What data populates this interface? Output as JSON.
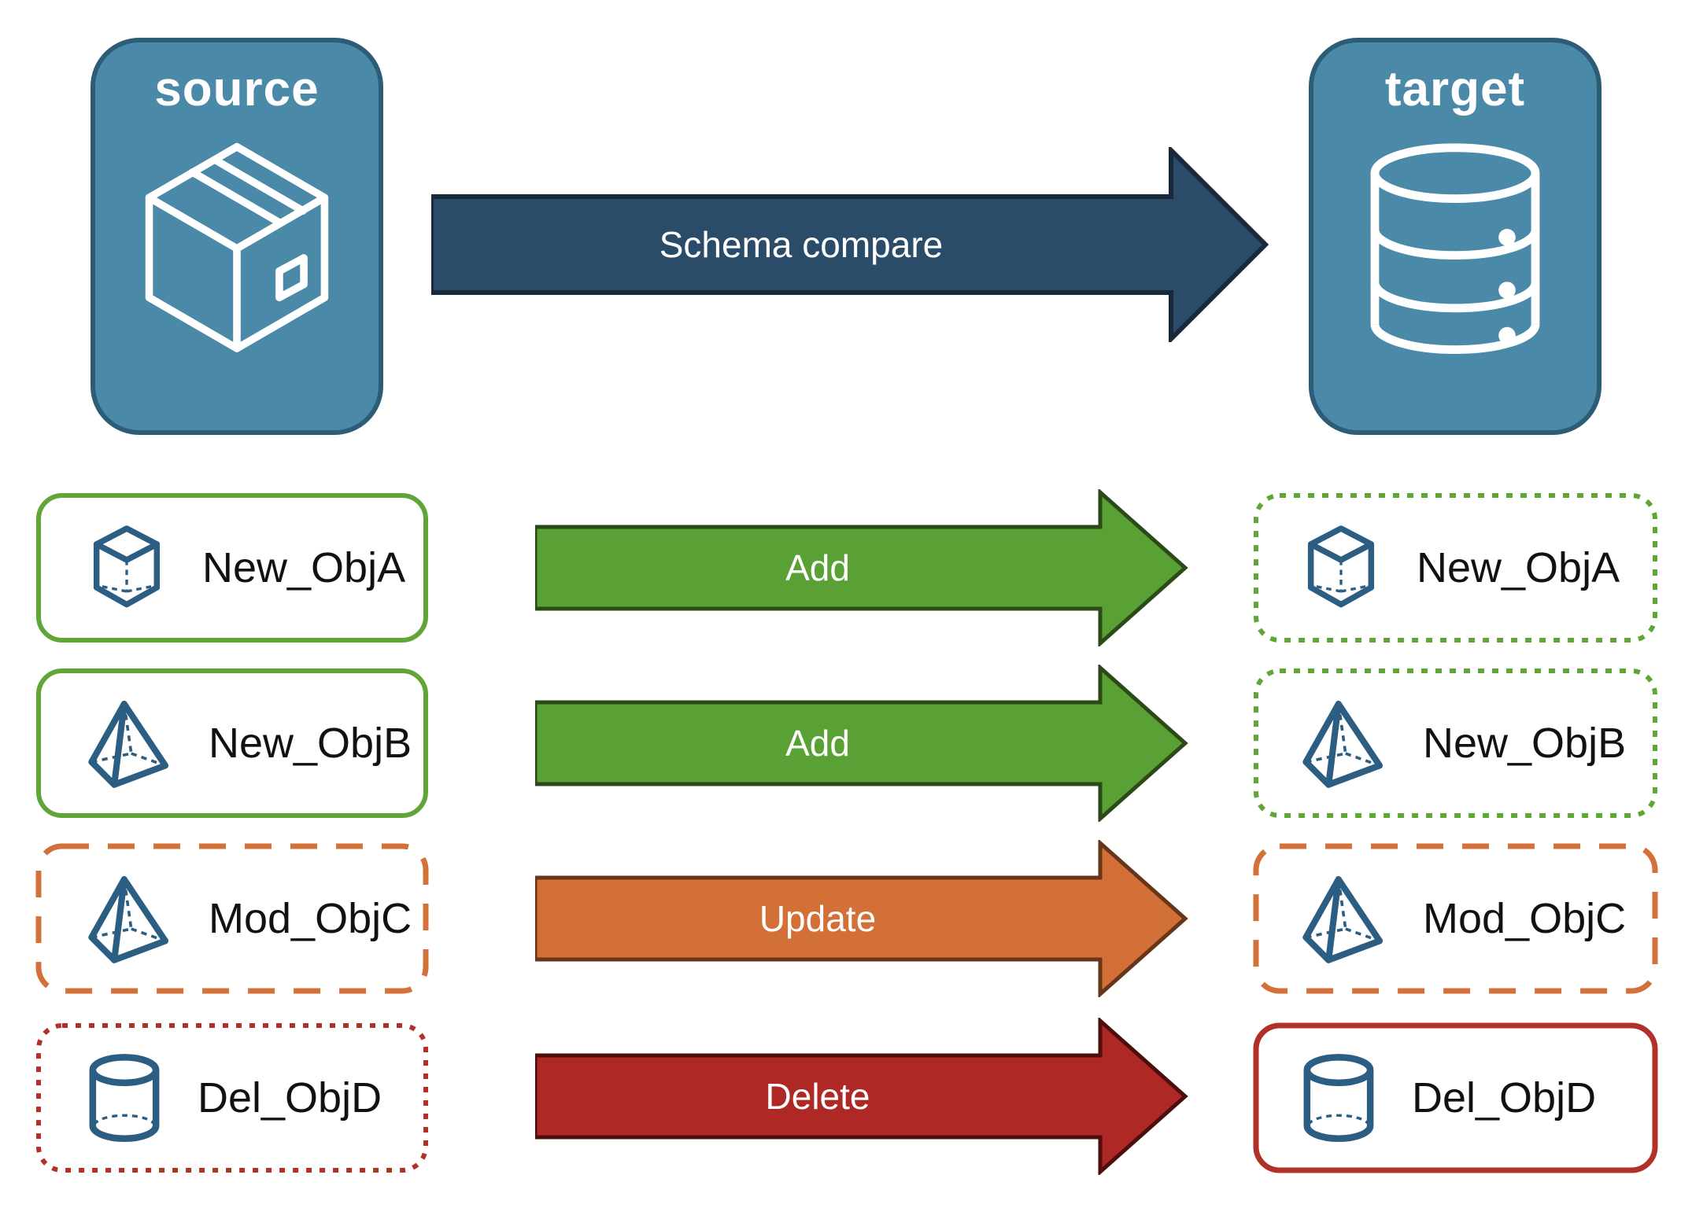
{
  "diagram": {
    "source": {
      "title": "source",
      "icon": "package-icon"
    },
    "target": {
      "title": "target",
      "icon": "database-icon"
    },
    "compare_arrow": {
      "label": "Schema compare"
    },
    "rows": [
      {
        "object": "New_ObjA",
        "icon": "cube-icon",
        "action": "Add",
        "source_outline": "green-solid",
        "target_outline": "green-dotted"
      },
      {
        "object": "New_ObjB",
        "icon": "pyramid-icon",
        "action": "Add",
        "source_outline": "green-solid",
        "target_outline": "green-dotted"
      },
      {
        "object": "Mod_ObjC",
        "icon": "pyramid-icon",
        "action": "Update",
        "source_outline": "orange-dashed",
        "target_outline": "orange-dashed"
      },
      {
        "object": "Del_ObjD",
        "icon": "cylinder-icon",
        "action": "Delete",
        "source_outline": "red-dotted",
        "target_outline": "red-solid"
      }
    ],
    "colors": {
      "panel_blue": "#4a89a8",
      "panel_border": "#2d5d76",
      "compare_arrow_fill": "#2b4c69",
      "compare_arrow_stroke": "#18293b",
      "add_green": "#59a035",
      "add_green_border": "#2c4a18",
      "update_orange": "#d27038",
      "update_orange_border": "#66351a",
      "delete_red": "#ae2826",
      "delete_red_border": "#4d0f0e",
      "outline_green": "#5fa636",
      "outline_orange": "#d4713a",
      "outline_red": "#b2302a",
      "icon_blue": "#2c5d82",
      "label_text": "#111111",
      "arrow_text": "#ffffff"
    }
  }
}
